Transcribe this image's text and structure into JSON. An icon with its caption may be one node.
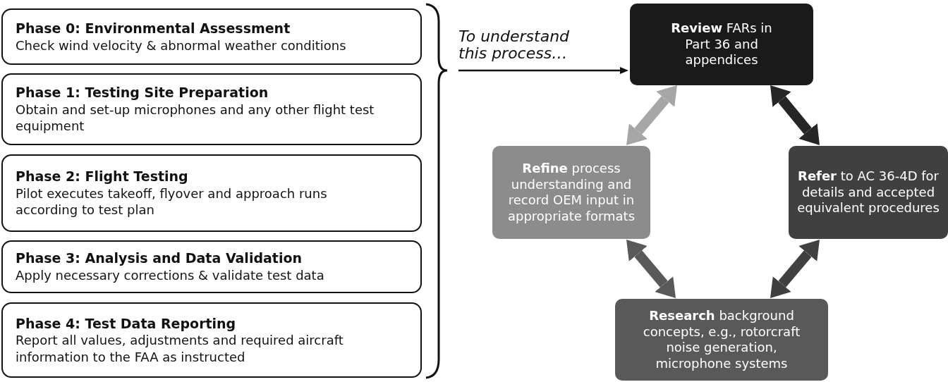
{
  "diagram": {
    "nodes": [
      {
        "text": [
          "Phase 0: Environmental Assessment",
          "Check wind velocity & abnormal weather conditions"
        ]
      },
      {
        "text": [
          "Phase 1: Testing Site Preparation",
          "Obtain and set-up microphones and any other flight test equipment"
        ]
      },
      {
        "text": [
          "Phase 2: Flight Testing",
          "Pilot executes takeoff, flyover and approach runs according to test plan"
        ]
      },
      {
        "text": [
          "Phase 3: Analysis and Data Validation",
          "Apply necessary corrections & validate test data"
        ]
      },
      {
        "text": [
          "Phase 4: Test Data Reporting",
          "Report all values, adjustments and required aircraft information to the FAA as instructed"
        ]
      },
      {
        "text": [
          "**Review** FARs in Part 36 and appendices"
        ]
      },
      {
        "text": [
          "**Refine** process understanding and record OEM input in appropriate formats"
        ]
      },
      {
        "text": [
          "**Refer** to AC 36-4D for details and accepted equivalent procedures"
        ]
      },
      {
        "text": [
          "**Research** background concepts, e.g., rotorcraft noise generation, microphone systems"
        ]
      }
    ],
    "edges": [
      {
        "from": null,
        "to": 5,
        "arrow": "to",
        "label": "To understand this process…"
      },
      {
        "from": 5,
        "to": 6,
        "arrow": "both",
        "color": "#a6a6a6"
      },
      {
        "from": 5,
        "to": 7,
        "arrow": "both",
        "color": "#262626"
      },
      {
        "from": 7,
        "to": 8,
        "arrow": "both",
        "color": "#404040"
      },
      {
        "from": 6,
        "to": 8,
        "arrow": "both",
        "color": "#595959"
      }
    ]
  }
}
